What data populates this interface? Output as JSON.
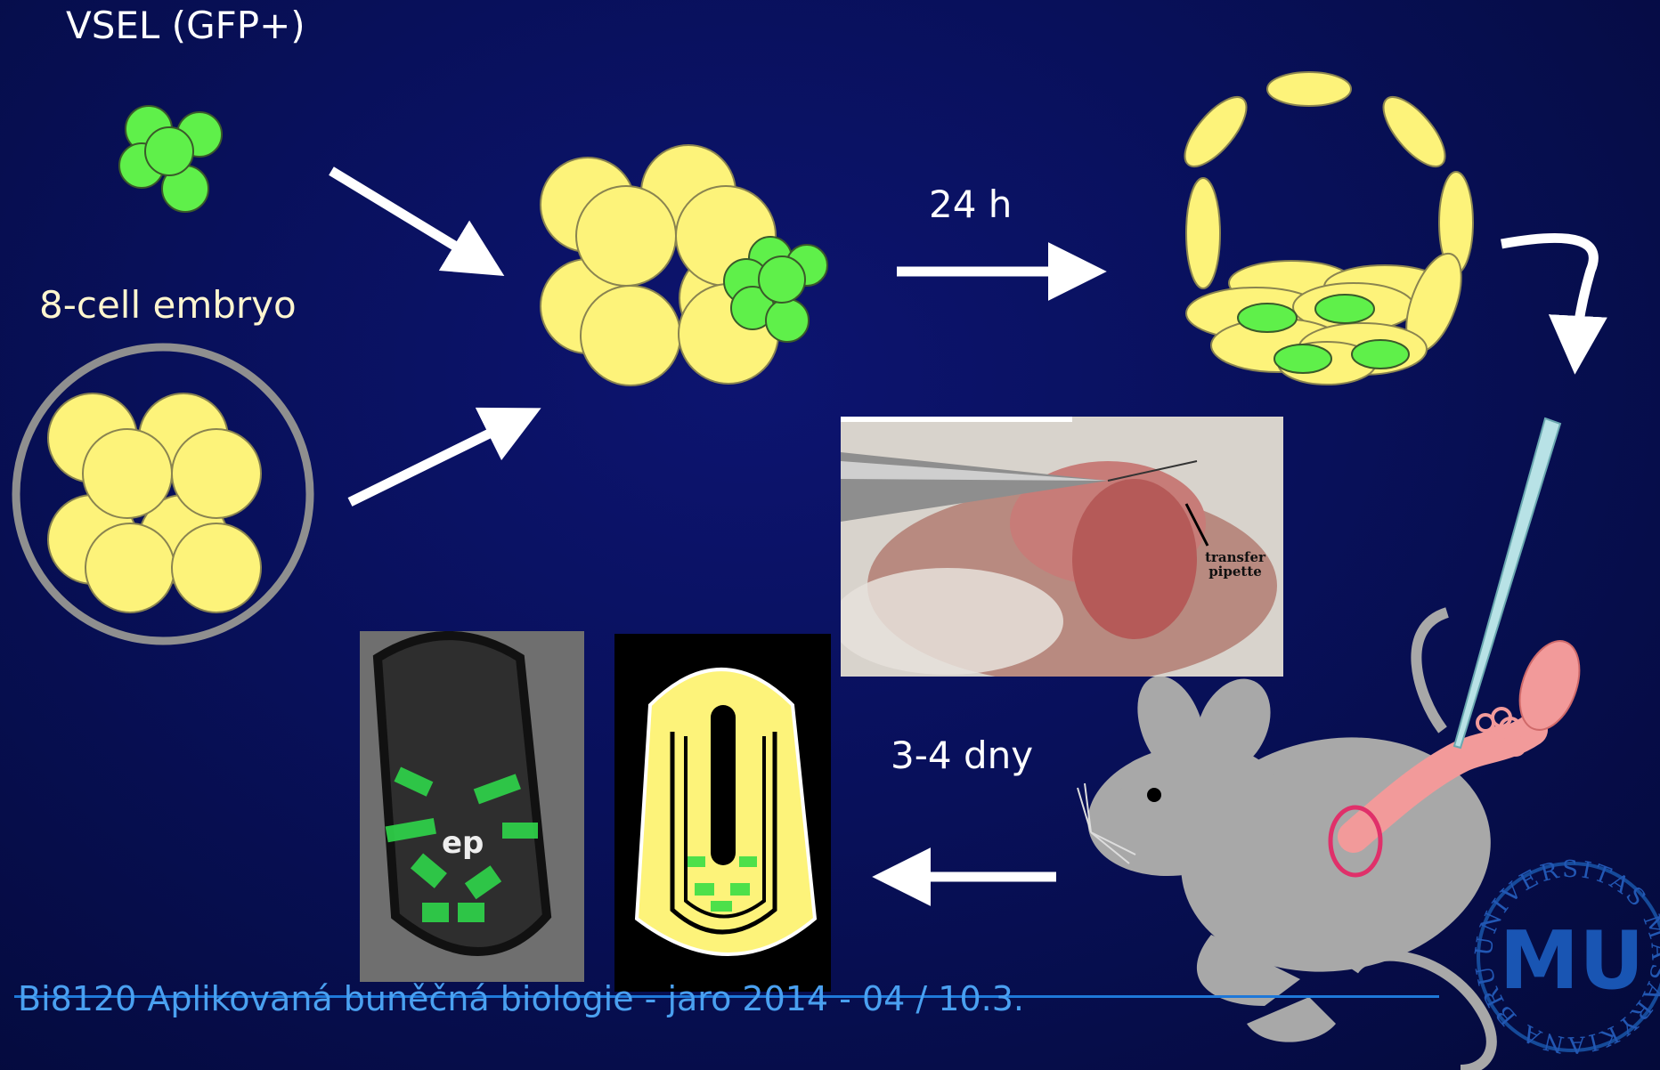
{
  "labels": {
    "vsel": "VSEL (GFP+)",
    "embryo": "8-cell embryo",
    "time_24h": "24 h",
    "time_days": "3-4 dny",
    "photo_annotation_line1": "transfer",
    "photo_annotation_line2": "pipette",
    "embryo_region": "ep"
  },
  "footer": "Bi8120 Aplikovaná buněčná biologie - jaro 2014 - 04 / 10.3.",
  "logo": {
    "ring_text": "UNIVERSITAS MASARYKIANA BRUNENSIS",
    "monogram": "MU"
  },
  "colors": {
    "background": "#08105a",
    "cell_yellow": "#fdf37a",
    "gfp_green": "#5ff04a",
    "arrow": "#ffffff",
    "footer_text": "#4aa0f0",
    "mouse_gray": "#a8a8a8",
    "oviduct_pink": "#f29a9a"
  }
}
